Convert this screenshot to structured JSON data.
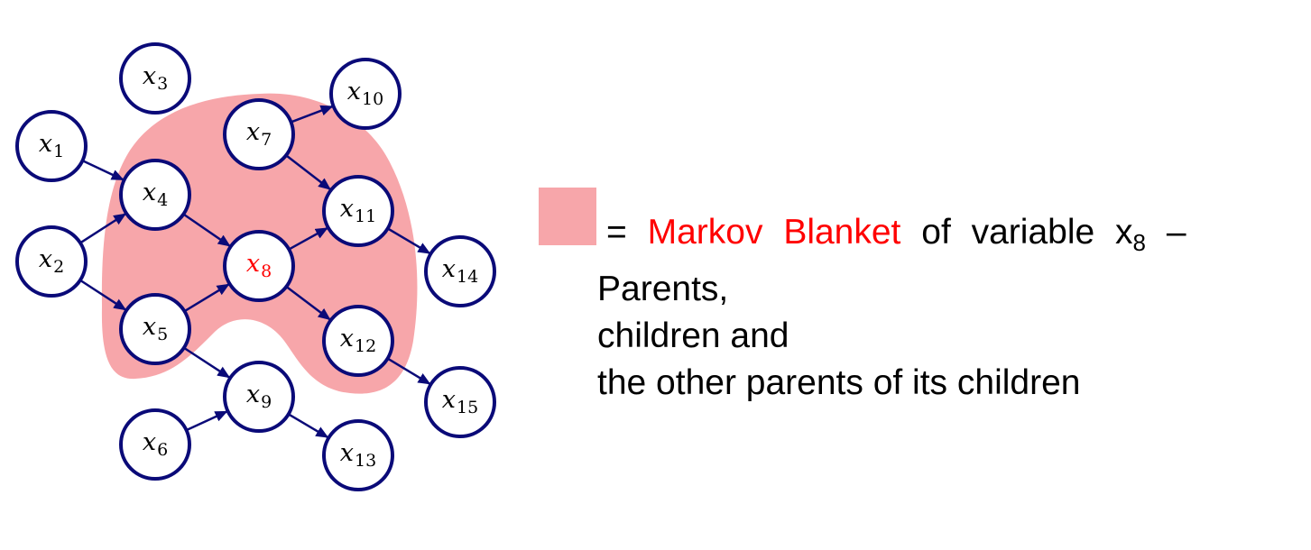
{
  "colors": {
    "blanket_fill": "#f7a6aa",
    "node_stroke": "#0a0a78",
    "edge_stroke": "#0a0a78",
    "target_text": "#ff0000",
    "term_text": "#ff0000",
    "text": "#000000"
  },
  "nodes": [
    {
      "id": "x1",
      "base": "x",
      "sub": "1"
    },
    {
      "id": "x2",
      "base": "x",
      "sub": "2"
    },
    {
      "id": "x3",
      "base": "x",
      "sub": "3"
    },
    {
      "id": "x4",
      "base": "x",
      "sub": "4"
    },
    {
      "id": "x5",
      "base": "x",
      "sub": "5"
    },
    {
      "id": "x6",
      "base": "x",
      "sub": "6"
    },
    {
      "id": "x7",
      "base": "x",
      "sub": "7"
    },
    {
      "id": "x8",
      "base": "x",
      "sub": "8",
      "highlight": true
    },
    {
      "id": "x9",
      "base": "x",
      "sub": "9"
    },
    {
      "id": "x10",
      "base": "x",
      "sub": "10"
    },
    {
      "id": "x11",
      "base": "x",
      "sub": "11"
    },
    {
      "id": "x12",
      "base": "x",
      "sub": "12"
    },
    {
      "id": "x13",
      "base": "x",
      "sub": "13"
    },
    {
      "id": "x14",
      "base": "x",
      "sub": "14"
    },
    {
      "id": "x15",
      "base": "x",
      "sub": "15"
    }
  ],
  "edges": [
    {
      "from": "x1",
      "to": "x4"
    },
    {
      "from": "x2",
      "to": "x4"
    },
    {
      "from": "x2",
      "to": "x5"
    },
    {
      "from": "x4",
      "to": "x8"
    },
    {
      "from": "x5",
      "to": "x8"
    },
    {
      "from": "x5",
      "to": "x9"
    },
    {
      "from": "x6",
      "to": "x9"
    },
    {
      "from": "x7",
      "to": "x10"
    },
    {
      "from": "x7",
      "to": "x11"
    },
    {
      "from": "x8",
      "to": "x11"
    },
    {
      "from": "x8",
      "to": "x12"
    },
    {
      "from": "x9",
      "to": "x13"
    },
    {
      "from": "x11",
      "to": "x14"
    },
    {
      "from": "x12",
      "to": "x15"
    }
  ],
  "legend": {
    "equals": "=",
    "term": "Markov Blanket",
    "mid": "of variable",
    "var_base": "x",
    "var_sub": "8",
    "dash": "–",
    "lines": [
      "Parents,",
      "children and",
      "the other parents of its children"
    ]
  }
}
